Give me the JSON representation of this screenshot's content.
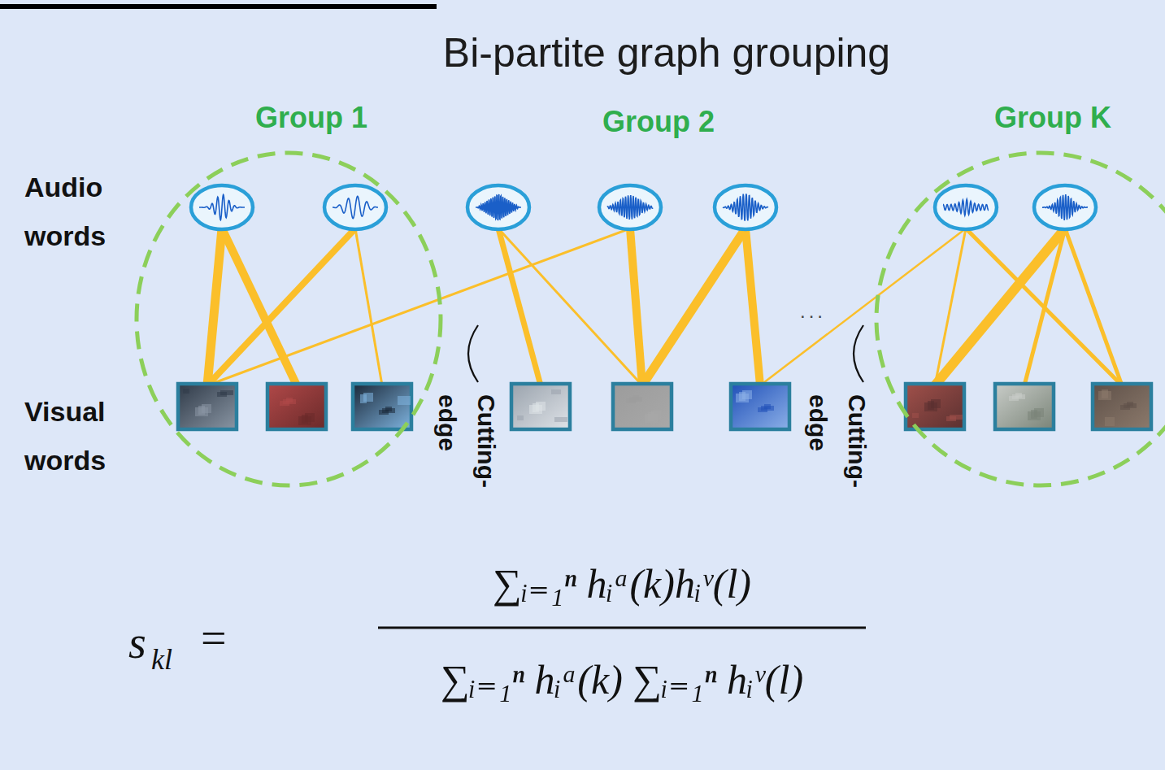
{
  "diagram": {
    "title": "Bi-partite graph grouping",
    "nodes": [
      {
        "text": [
          "Group 1"
        ]
      },
      {
        "text": [
          "Group K"
        ]
      }
    ],
    "labels": [
      "Group 2",
      "Audio words",
      "Visual words",
      "Cutting-edge",
      "Cutting-edge",
      "...",
      "s",
      "kl",
      "=",
      "∑ᵢ₌₁ⁿ hᵢᵃ(k)hᵢᵛ(l)",
      "∑ᵢ₌₁ⁿ hᵢᵃ(k) ∑ᵢ₌₁ⁿ hᵢᵛ(l)"
    ]
  }
}
